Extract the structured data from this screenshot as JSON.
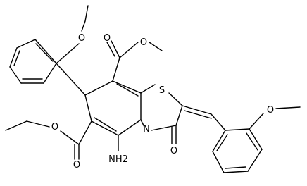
{
  "diagram": {
    "colors": {
      "bond": "#000000",
      "background": "#ffffff"
    },
    "atoms": {
      "o_ome_top": "O",
      "o_ester_top_carbonyl": "O",
      "o_ester_top_single": "O",
      "s_thiazole": "S",
      "n_ring": "N",
      "o_ketone": "O",
      "o_ester_left_single": "O",
      "o_ester_left_carbonyl": "O",
      "nh2": "NH2",
      "o_ome_right": "O"
    }
  }
}
